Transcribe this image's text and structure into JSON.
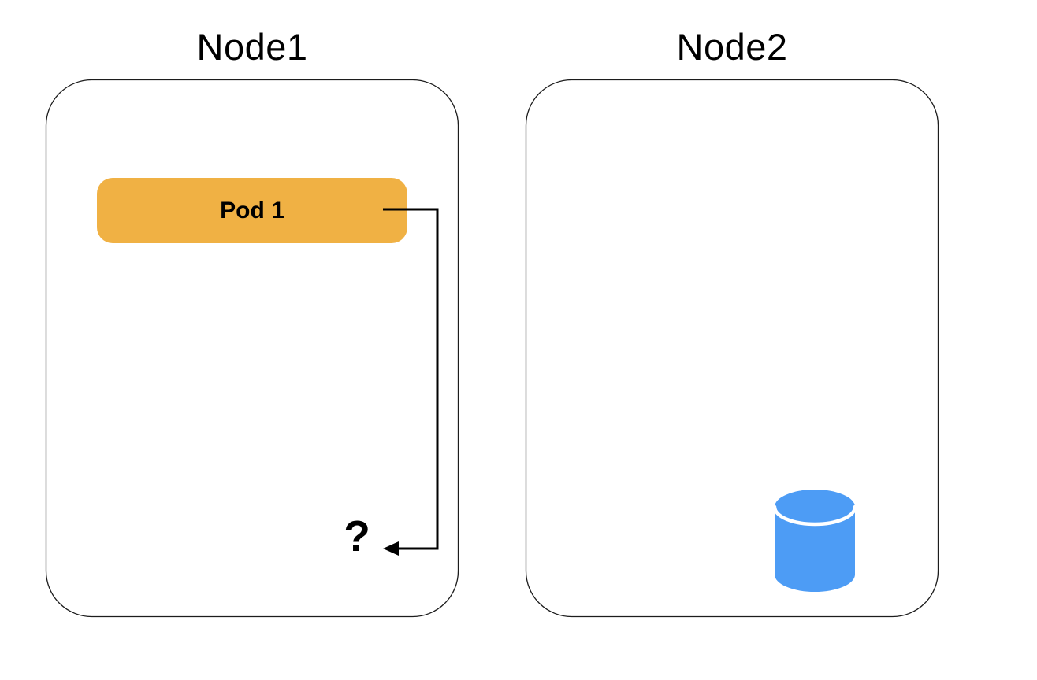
{
  "nodes": [
    {
      "title": "Node1",
      "pod": {
        "label": "Pod 1"
      }
    },
    {
      "title": "Node2",
      "storage": {
        "icon": "database-cylinder-icon"
      }
    }
  ],
  "annotation": {
    "question_mark": "?"
  },
  "connector": {
    "from": "Pod 1",
    "to": "?",
    "style": "elbow-arrow-left"
  },
  "colors": {
    "background": "#FFFFFF",
    "node_border": "#1C1C1C",
    "pod_fill": "#F0B144",
    "cylinder_fill": "#4D9CF5",
    "cylinder_divider": "#FFFFFF",
    "connector_line": "#000000",
    "text": "#000000"
  }
}
